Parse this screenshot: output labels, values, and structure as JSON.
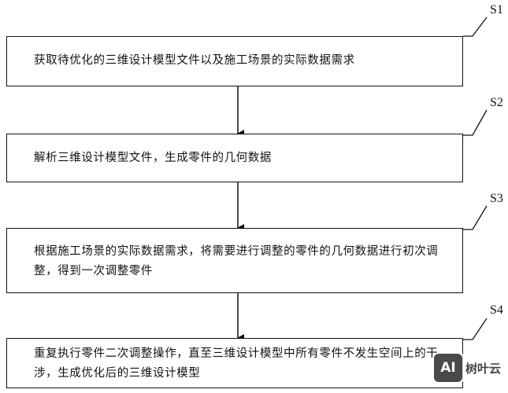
{
  "steps": [
    {
      "label": "S1",
      "text": "获取待优化的三维设计模型文件以及施工场景的实际数据需求"
    },
    {
      "label": "S2",
      "text": "解析三维设计模型文件，生成零件的几何数据"
    },
    {
      "label": "S3",
      "text": "根据施工场景的实际数据需求，将需要进行调整的零件的几何数据进行初次调\n整，得到一次调整零件"
    },
    {
      "label": "S4",
      "text": "重复执行零件二次调整操作，直至三维设计模型中所有零件不发生空间上的干\n涉，生成优化后的三维设计模型"
    }
  ],
  "watermark": {
    "logo": "AI",
    "text": "树叶云"
  }
}
